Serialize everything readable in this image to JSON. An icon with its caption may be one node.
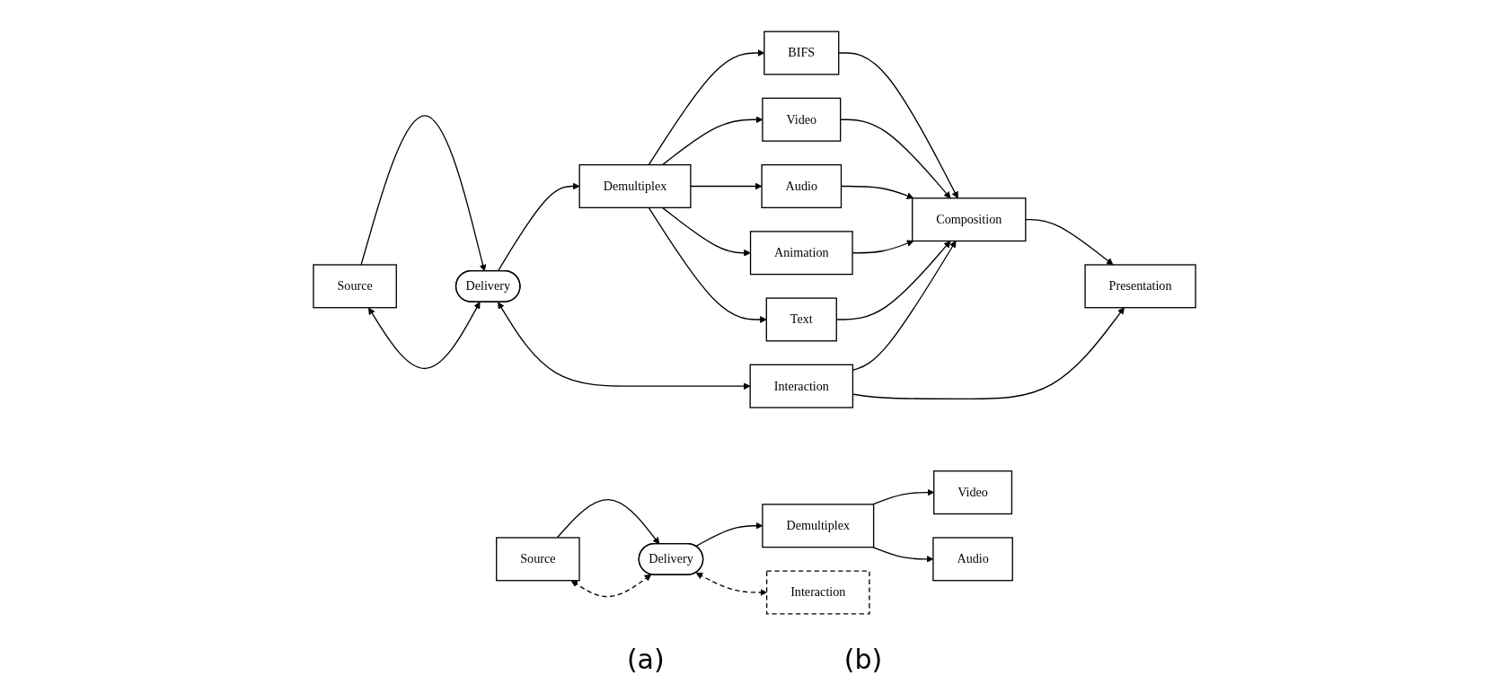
{
  "diagram": {
    "nodes": [
      {
        "text": [
          "Source"
        ]
      },
      {
        "text": [
          "Delivery"
        ]
      },
      {
        "text": [
          "Demultiplex"
        ]
      },
      {
        "text": [
          "Video"
        ]
      },
      {
        "text": [
          "Audio"
        ]
      },
      {
        "text": [
          "Interaction"
        ]
      },
      {
        "text": [
          "Source"
        ]
      },
      {
        "text": [
          "Delivery"
        ]
      },
      {
        "text": [
          "Demultiplex"
        ]
      },
      {
        "text": [
          "BIFS"
        ]
      },
      {
        "text": [
          "Video"
        ]
      },
      {
        "text": [
          "Audio"
        ]
      },
      {
        "text": [
          "Animation"
        ]
      },
      {
        "text": [
          "Text"
        ]
      },
      {
        "text": [
          "Composition"
        ]
      },
      {
        "text": [
          "Presentation"
        ]
      },
      {
        "text": [
          "Interaction"
        ]
      }
    ],
    "edges": [
      {
        "from": 0,
        "to": 1,
        "arrow": "to"
      },
      {
        "from": 1,
        "to": 2,
        "arrow": "to"
      },
      {
        "from": 2,
        "to": 3,
        "arrow": "to"
      },
      {
        "from": 2,
        "to": 4,
        "arrow": "to"
      },
      {
        "from": 0,
        "to": 1,
        "arrow": "both",
        "style": "dashed"
      },
      {
        "from": 1,
        "to": 5,
        "arrow": "both",
        "style": "dashed"
      },
      {
        "from": 6,
        "to": 7,
        "arrow": "to"
      },
      {
        "from": 7,
        "to": 8,
        "arrow": "to"
      },
      {
        "from": 8,
        "to": 9,
        "arrow": "to"
      },
      {
        "from": 8,
        "to": 10,
        "arrow": "to"
      },
      {
        "from": 8,
        "to": 11,
        "arrow": "to"
      },
      {
        "from": 8,
        "to": 12,
        "arrow": "to"
      },
      {
        "from": 8,
        "to": 13,
        "arrow": "to"
      },
      {
        "from": 9,
        "to": 14,
        "arrow": "to"
      },
      {
        "from": 10,
        "to": 14,
        "arrow": "to"
      },
      {
        "from": 11,
        "to": 14,
        "arrow": "to"
      },
      {
        "from": 12,
        "to": 14,
        "arrow": "to"
      },
      {
        "from": 13,
        "to": 14,
        "arrow": "to"
      },
      {
        "from": 14,
        "to": 15,
        "arrow": "to"
      },
      {
        "from": 6,
        "to": 7,
        "arrow": "both"
      },
      {
        "from": 7,
        "to": 16,
        "arrow": "both"
      },
      {
        "from": 16,
        "to": 14,
        "arrow": "to"
      },
      {
        "from": 16,
        "to": 15,
        "arrow": "to"
      }
    ],
    "labels": [
      "(a)",
      "(b)"
    ]
  }
}
